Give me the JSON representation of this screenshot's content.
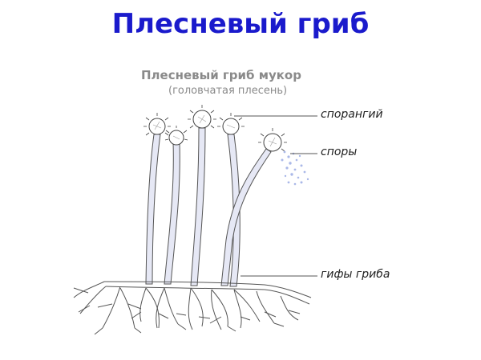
{
  "slide": {
    "title": "Плесневый гриб"
  },
  "figure": {
    "title": "Плесневый гриб мукор",
    "subtitle": "(головчатая плесень)",
    "labels": {
      "sporangium": "спорангий",
      "spores": "споры",
      "hyphae": "гифы гриба"
    }
  },
  "colors": {
    "title": "#1a1acc",
    "hypha_fill": "#e6e8f5",
    "hypha_stroke": "#555555",
    "spores": "#aab8e8"
  }
}
